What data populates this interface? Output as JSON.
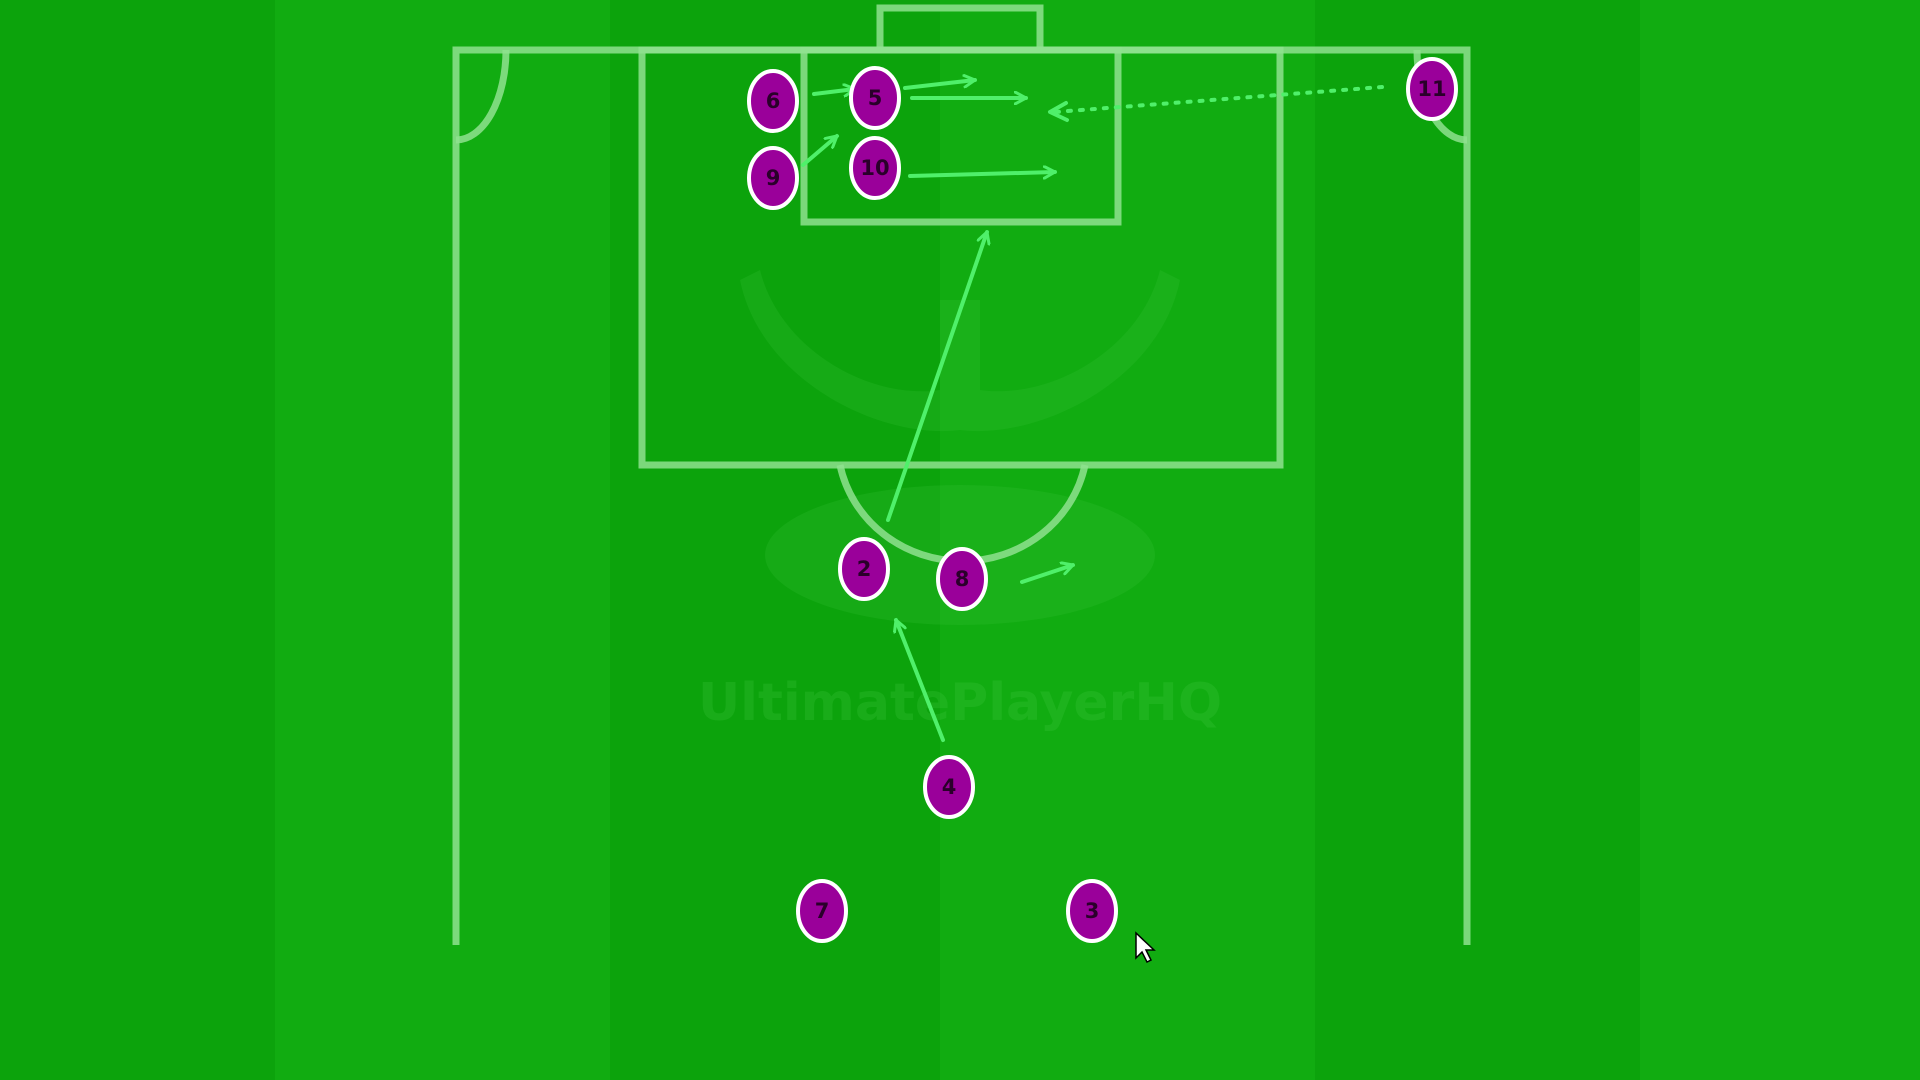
{
  "diagram": {
    "type": "football set-piece diagram",
    "watermark": "UltimatePlayerHQ",
    "colors": {
      "pitch_light": "#11ac11",
      "pitch_dark": "#0ca30c",
      "lines": "#8fe28f",
      "arrows": "#4ff06a",
      "player_fill": "#9a009a",
      "player_outline": "#ffffff"
    },
    "players": [
      {
        "id": "p6",
        "number": "6"
      },
      {
        "id": "p5",
        "number": "5"
      },
      {
        "id": "p9",
        "number": "9"
      },
      {
        "id": "p10",
        "number": "10"
      },
      {
        "id": "p11",
        "number": "11"
      },
      {
        "id": "p2",
        "number": "2"
      },
      {
        "id": "p8",
        "number": "8"
      },
      {
        "id": "p4",
        "number": "4"
      },
      {
        "id": "p7",
        "number": "7"
      },
      {
        "id": "p3",
        "number": "3"
      }
    ],
    "movements": [
      {
        "from": "6",
        "to": "5",
        "style": "solid"
      },
      {
        "from": "9",
        "to": "5",
        "style": "solid"
      },
      {
        "from": "5",
        "to": "goal area",
        "style": "solid"
      },
      {
        "from": "10",
        "to": "goal area",
        "style": "solid"
      },
      {
        "from": "11",
        "to": "goal area",
        "style": "dotted",
        "kind": "corner delivery"
      },
      {
        "from": "2",
        "to": "goal area",
        "style": "solid"
      },
      {
        "from": "8",
        "to": "right",
        "style": "solid"
      },
      {
        "from": "4",
        "to": "2",
        "style": "solid"
      }
    ]
  }
}
